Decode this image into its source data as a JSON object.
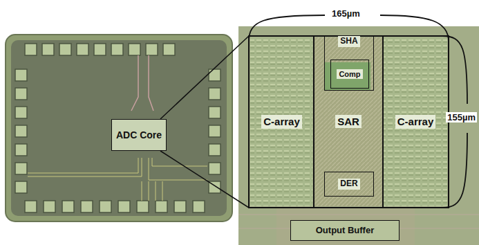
{
  "diagram": {
    "nodes": [
      {
        "text": [
          "ADC Core"
        ]
      },
      {
        "text": [
          "C-array"
        ]
      },
      {
        "text": [
          "SAR"
        ]
      },
      {
        "text": [
          "SHA"
        ],
        "in": 2
      },
      {
        "text": [
          "Comp"
        ],
        "in": 3
      },
      {
        "text": [
          "DER"
        ],
        "in": 2
      },
      {
        "text": [
          "C-array"
        ]
      },
      {
        "text": [
          "Output Buffer"
        ]
      }
    ],
    "labels": [
      "165µm",
      "155µm"
    ]
  }
}
